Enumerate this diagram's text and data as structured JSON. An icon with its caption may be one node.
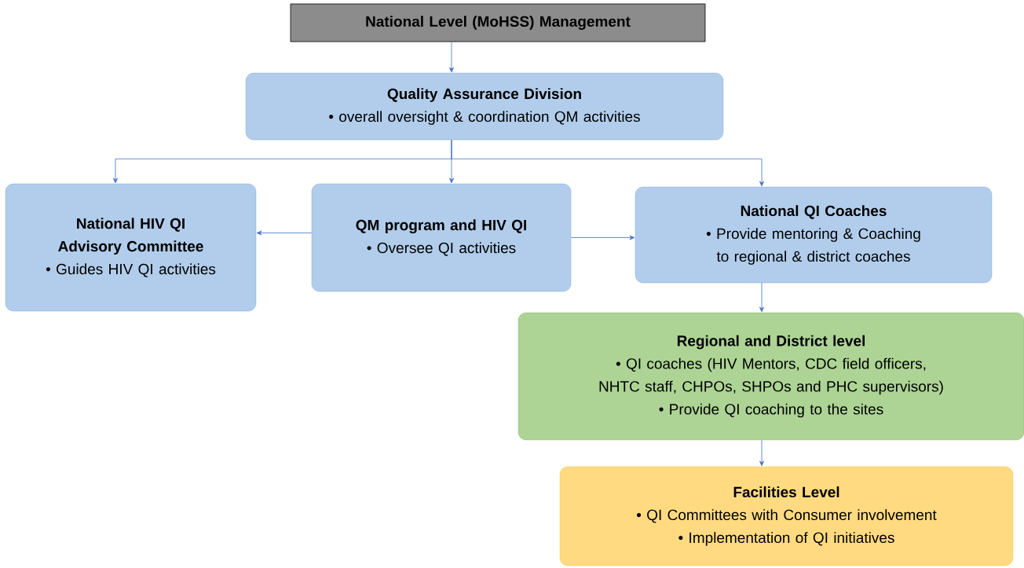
{
  "diagram": {
    "nodes": [
      {
        "text": [
          "National Level (MoHSS) Management"
        ]
      },
      {
        "text": [
          "Quality Assurance Division",
          "• overall oversight & coordination QM activities"
        ]
      },
      {
        "text": [
          "National HIV QI Advisory Committee",
          "• Guides HIV QI activities"
        ]
      },
      {
        "text": [
          "QM program and HIV QI",
          "• Oversee QI activities"
        ]
      },
      {
        "text": [
          "National QI Coaches",
          "• Provide mentoring & Coaching to regional & district coaches"
        ]
      },
      {
        "text": [
          "Regional and District level",
          "• QI coaches (HIV Mentors, CDC field officers, NHTC staff, CHPOs, SHPOs and PHC supervisors)",
          "• Provide QI coaching to the sites"
        ]
      },
      {
        "text": [
          "Facilities Level",
          "• QI Committees with Consumer involvement",
          "• Implementation of QI initiatives"
        ]
      }
    ],
    "edges": [
      {
        "from": 0,
        "to": 1,
        "arrow": "to"
      },
      {
        "from": 1,
        "to": 2,
        "arrow": "to"
      },
      {
        "from": 1,
        "to": 3,
        "arrow": "to"
      },
      {
        "from": 1,
        "to": 4,
        "arrow": "to"
      },
      {
        "from": 3,
        "to": 2,
        "arrow": "to"
      },
      {
        "from": 3,
        "to": 4,
        "arrow": "to"
      },
      {
        "from": 4,
        "to": 5,
        "arrow": "to"
      },
      {
        "from": 5,
        "to": 6,
        "arrow": "to"
      }
    ]
  }
}
